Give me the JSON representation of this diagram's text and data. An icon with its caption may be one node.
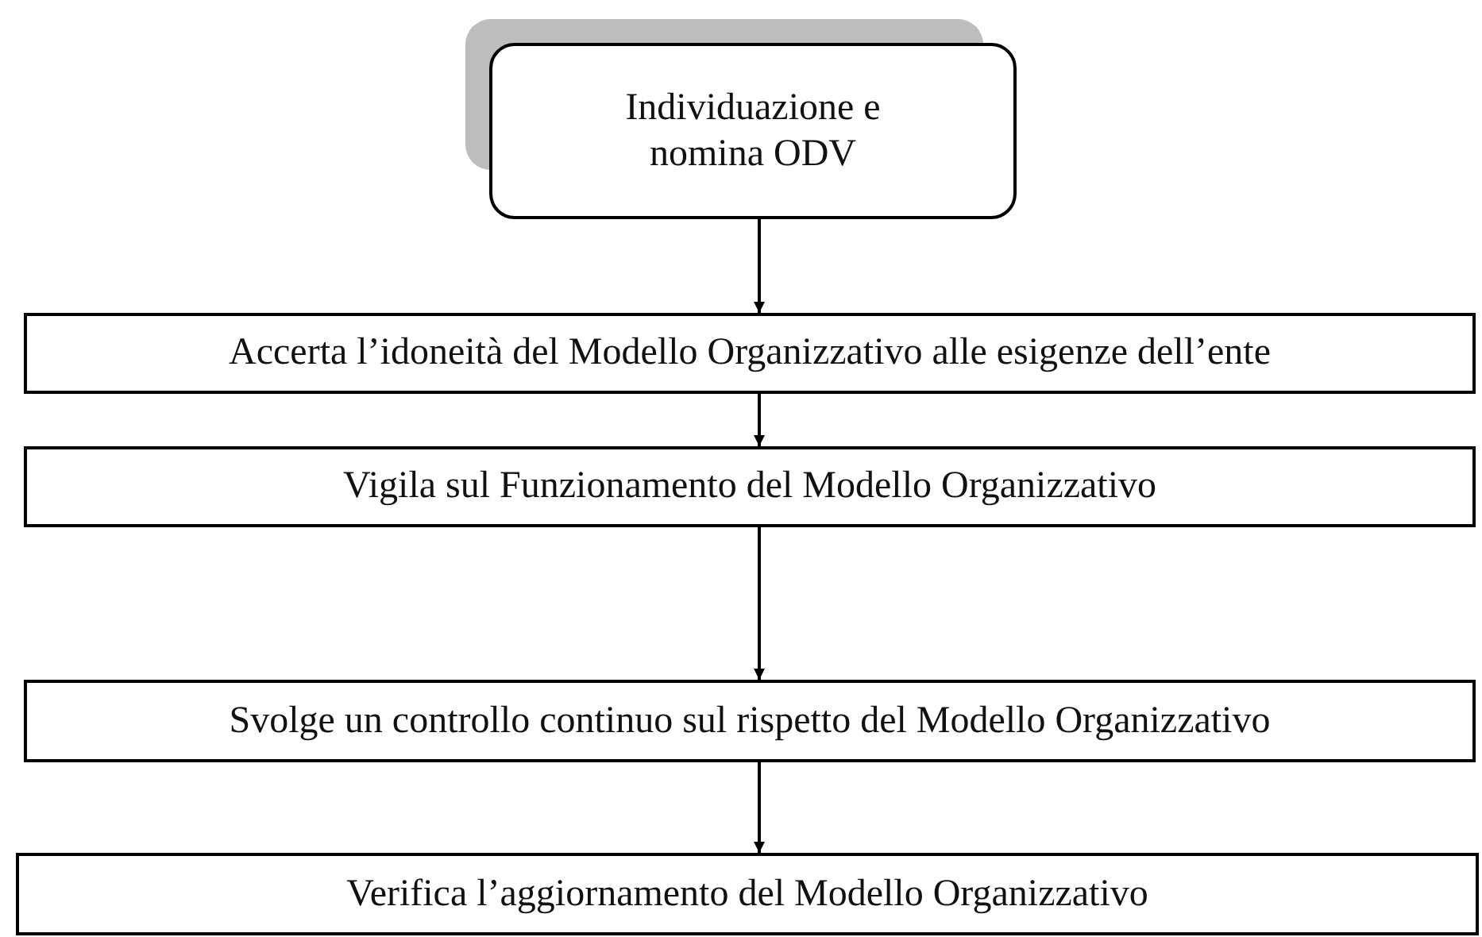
{
  "diagram": {
    "nodes": [
      {
        "text": [
          "Individuazione e nomina ODV"
        ]
      },
      {
        "text": [
          "Accerta l’idoneità del Modello Organizzativo alle esigenze dell’ente"
        ]
      },
      {
        "text": [
          "Vigila sul Funzionamento del Modello Organizzativo"
        ]
      },
      {
        "text": [
          "Svolge un controllo continuo sul rispetto del Modello Organizzativo"
        ]
      },
      {
        "text": [
          "Verifica l’aggiornamento del Modello Organizzativo"
        ]
      }
    ],
    "edges": [
      {
        "from": 0,
        "to": 1,
        "arrow": "to"
      },
      {
        "from": 1,
        "to": 2,
        "arrow": "to"
      },
      {
        "from": 2,
        "to": 3,
        "arrow": "to"
      },
      {
        "from": 3,
        "to": 4,
        "arrow": "to"
      }
    ]
  }
}
